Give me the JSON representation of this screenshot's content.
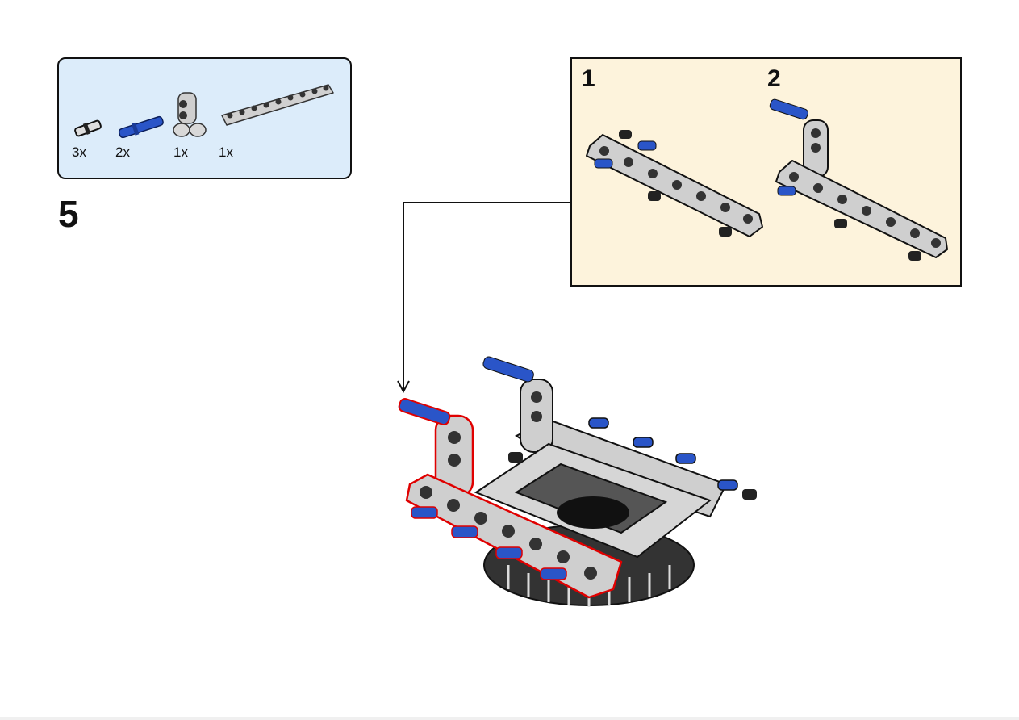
{
  "parts_list": {
    "items": [
      {
        "name": "black-friction-pin",
        "quantity": "3x"
      },
      {
        "name": "blue-long-pin",
        "quantity": "2x"
      },
      {
        "name": "light-gray-perpendicular-connector",
        "quantity": "1x"
      },
      {
        "name": "light-gray-9-hole-beam",
        "quantity": "1x"
      }
    ]
  },
  "step": {
    "number": "5"
  },
  "substeps": [
    {
      "label": "1"
    },
    {
      "label": "2"
    }
  ],
  "colors": {
    "parts_box_bg": "#dcecfa",
    "substep_box_bg": "#fdf3dc",
    "beam_gray": "#c8c8c8",
    "pin_blue": "#2a55c8",
    "highlight_red": "#e00000"
  }
}
